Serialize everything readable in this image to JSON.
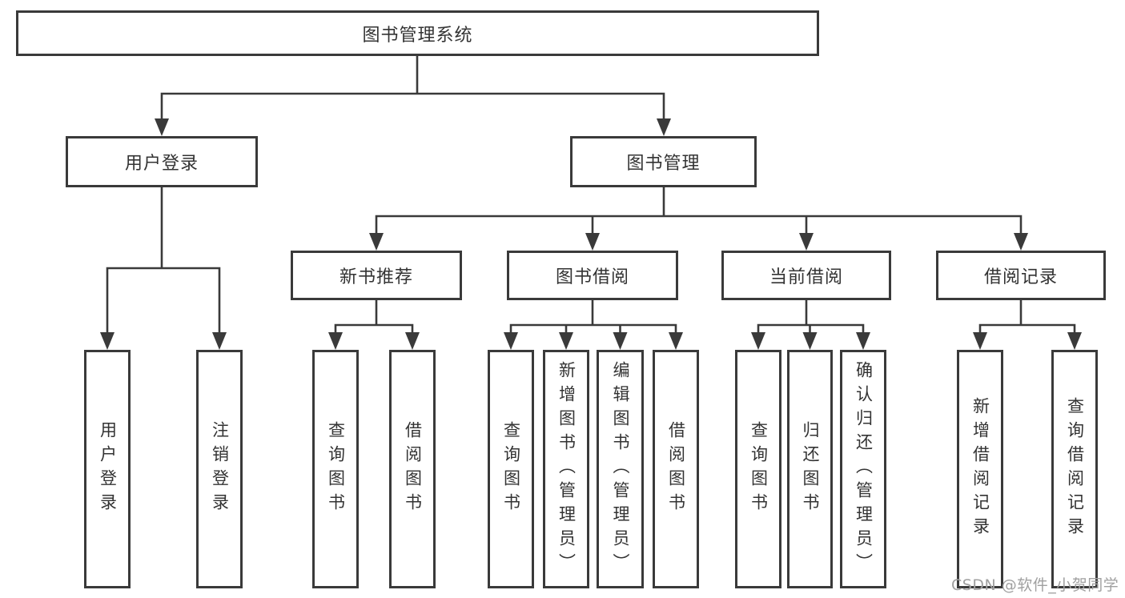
{
  "diagram": {
    "root": {
      "label": "图书管理系统"
    },
    "branches": [
      {
        "label": "用户登录",
        "children": [
          {
            "label": "用户登录"
          },
          {
            "label": "注销登录"
          }
        ]
      },
      {
        "label": "图书管理",
        "children": [
          {
            "label": "新书推荐",
            "children": [
              {
                "label": "查询图书"
              },
              {
                "label": "借阅图书"
              }
            ]
          },
          {
            "label": "图书借阅",
            "children": [
              {
                "label": "查询图书"
              },
              {
                "label": "新增图书（管理员）"
              },
              {
                "label": "编辑图书（管理员）"
              },
              {
                "label": "借阅图书"
              }
            ]
          },
          {
            "label": "当前借阅",
            "children": [
              {
                "label": "查询图书"
              },
              {
                "label": "归还图书"
              },
              {
                "label": "确认归还（管理员）"
              }
            ]
          },
          {
            "label": "借阅记录",
            "children": [
              {
                "label": "新增借阅记录"
              },
              {
                "label": "查询借阅记录"
              }
            ]
          }
        ]
      }
    ]
  },
  "watermark": {
    "text": "CSDN @软件_小贺同学"
  },
  "colors": {
    "line": "#3a3a3a",
    "text": "#333333",
    "background": "#ffffff",
    "watermark": "#a0a0a0"
  }
}
